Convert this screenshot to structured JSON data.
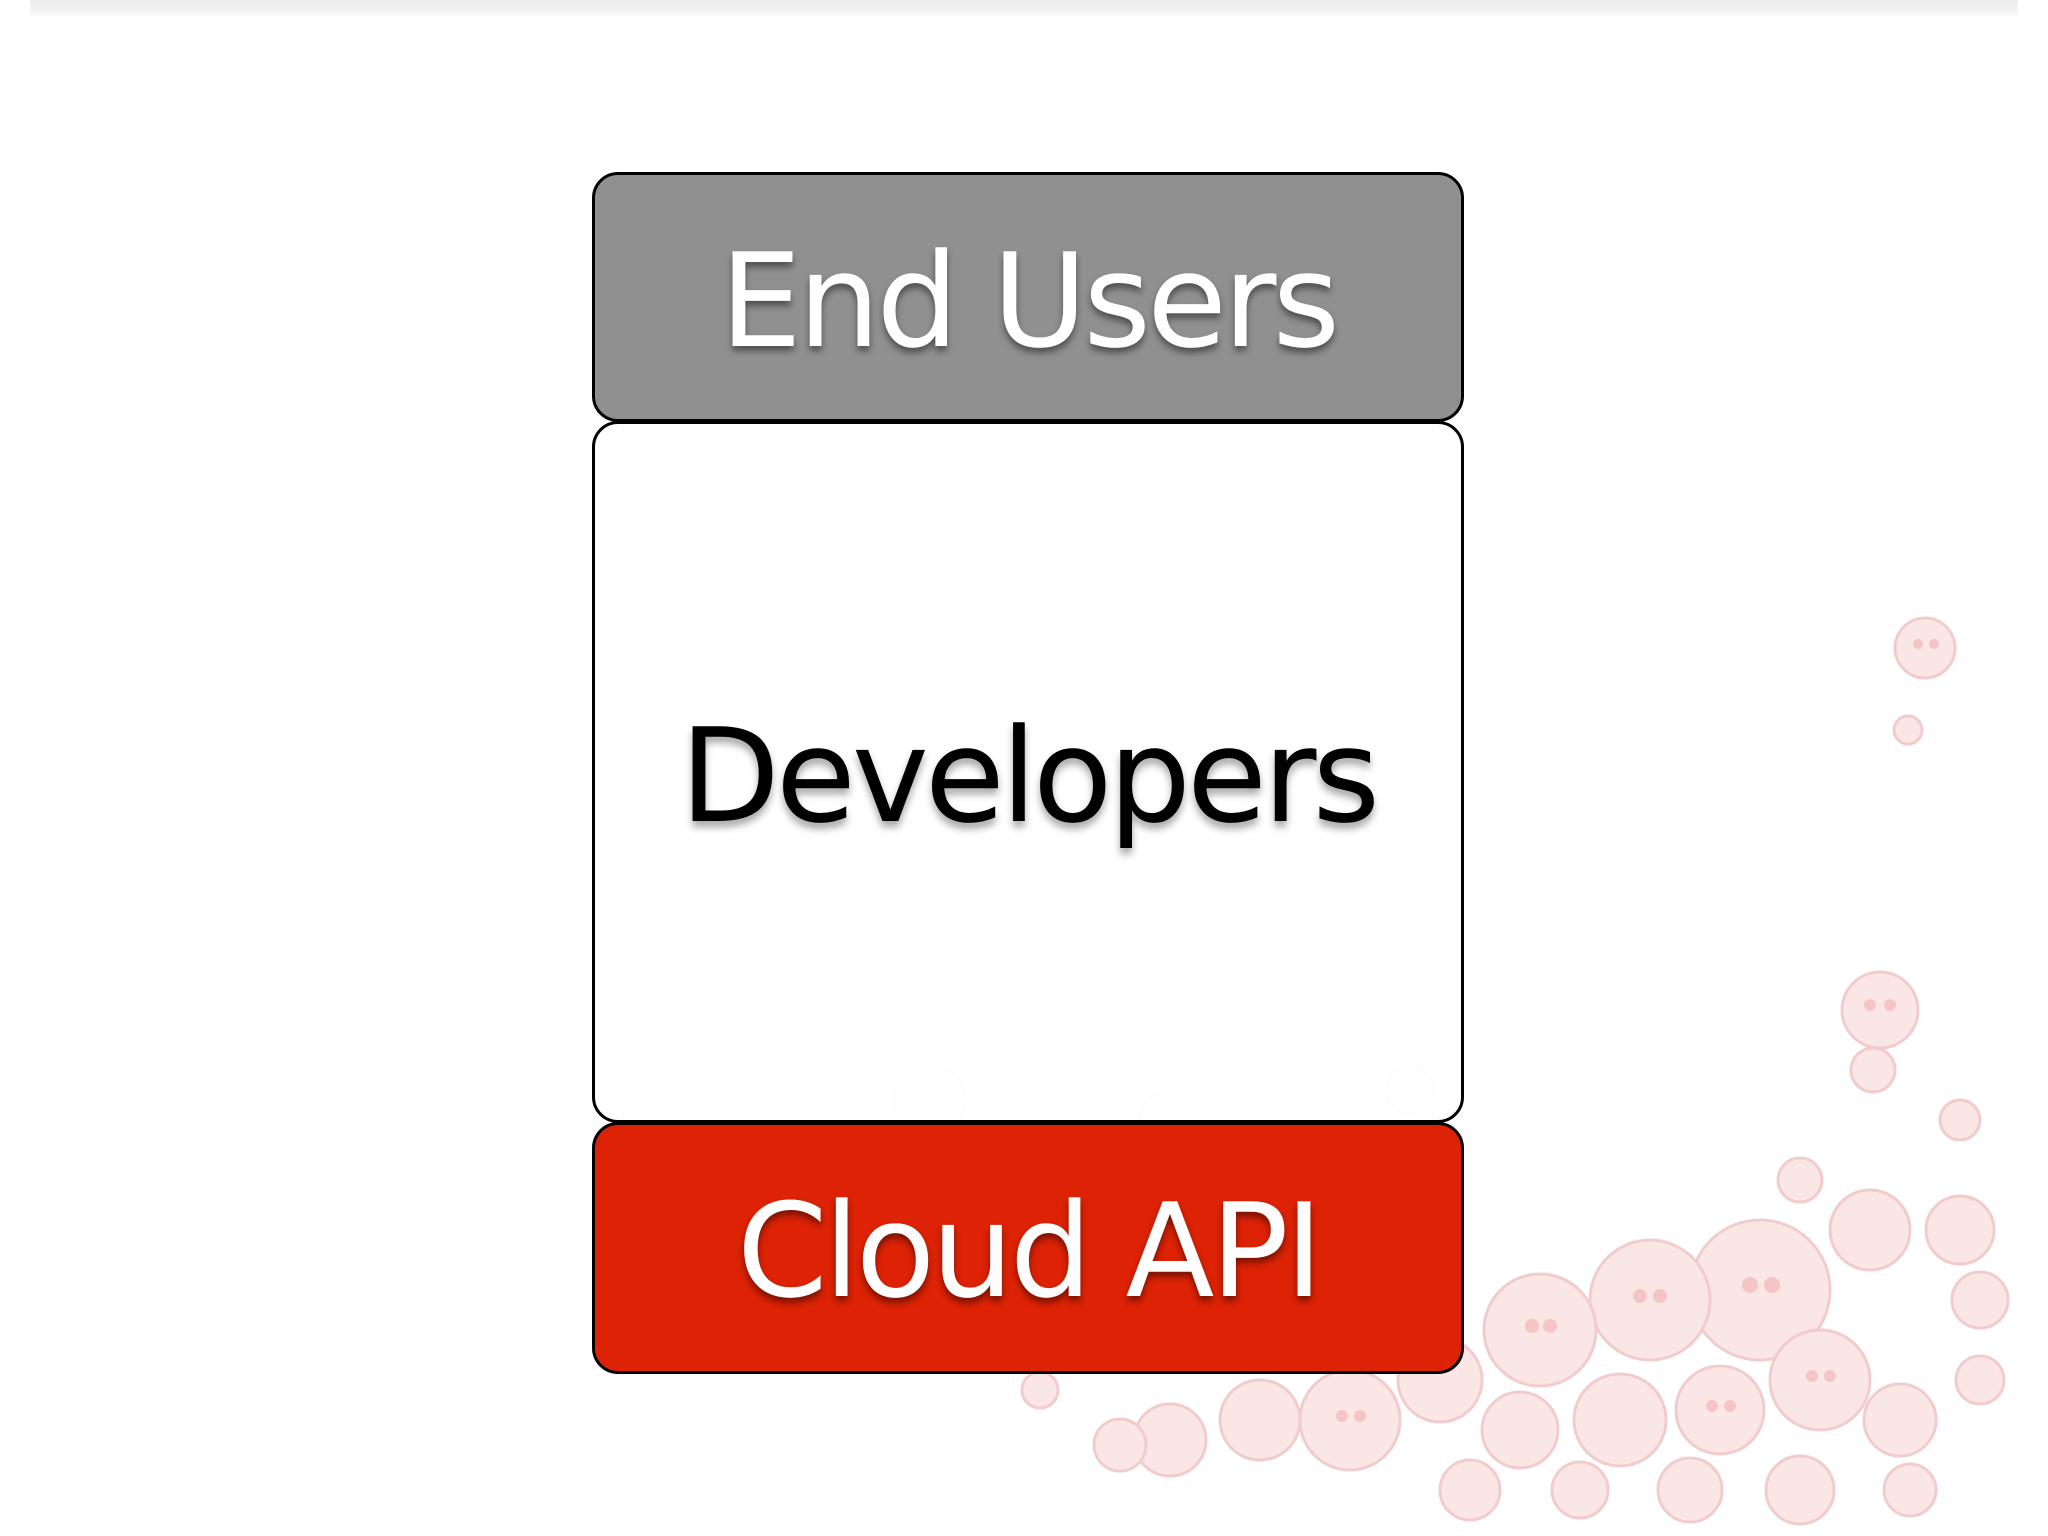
{
  "diagram": {
    "layers": [
      {
        "id": "end-users",
        "label": "End Users",
        "fill": "#909090",
        "text_color": "#ffffff"
      },
      {
        "id": "developers",
        "label": "Developers",
        "fill": "#ffffff",
        "text_color": "#000000"
      },
      {
        "id": "cloud-api",
        "label": "Cloud API",
        "fill": "#dd2205",
        "text_color": "#ffffff"
      }
    ],
    "border_color": "#000000",
    "background_pattern": "faint red cartoon-face bubble watermark"
  }
}
